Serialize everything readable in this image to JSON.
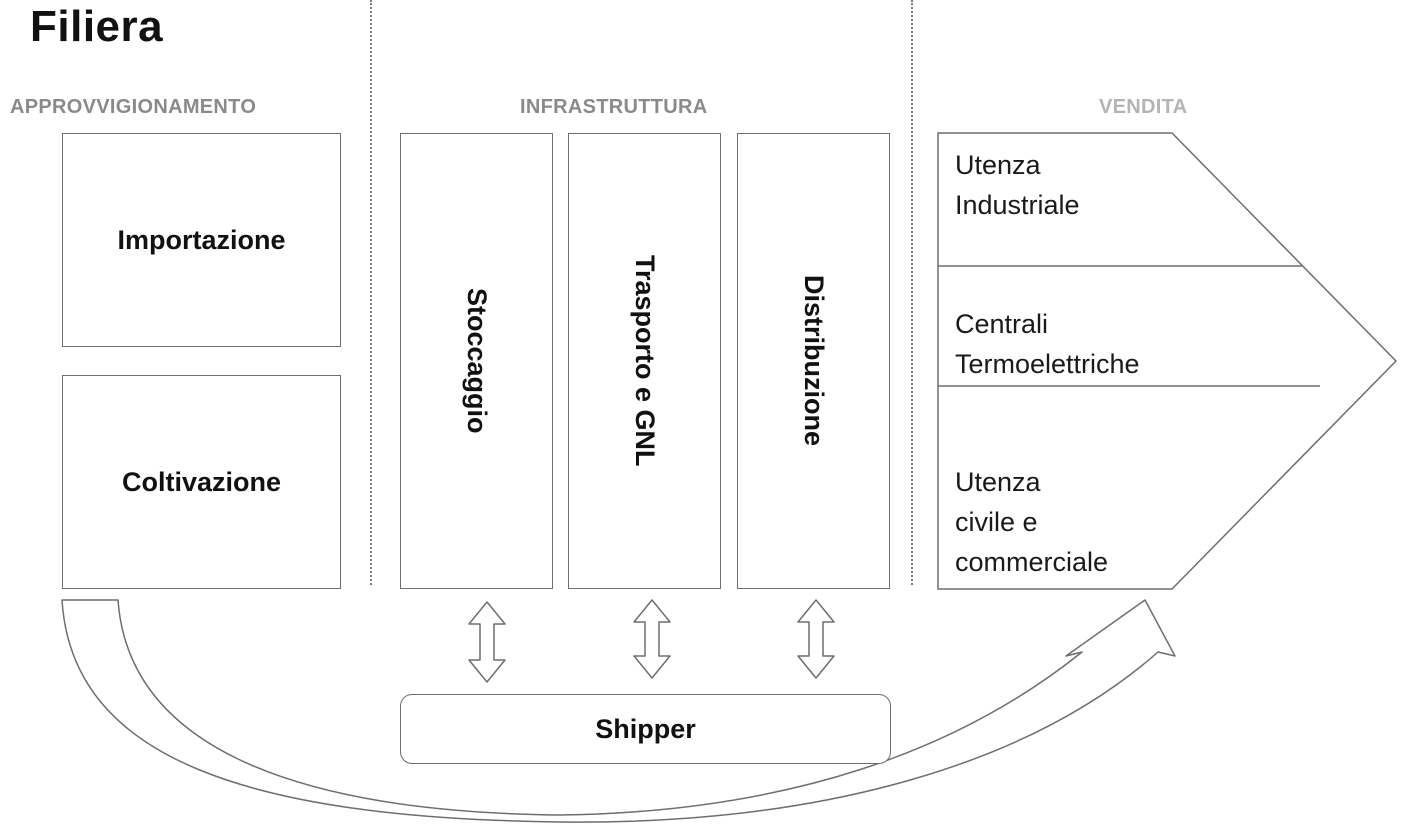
{
  "title": "Filiera",
  "sections": {
    "approvvigionamento": "APPROVVIGIONAMENTO",
    "infrastruttura": "INFRASTRUTTURA",
    "vendita": "VENDITA"
  },
  "approvvigionamento_boxes": {
    "importazione": "Importazione",
    "coltivazione": "Coltivazione"
  },
  "infrastruttura_boxes": {
    "stoccaggio": "Stoccaggio",
    "trasporto": "Trasporto e GNL",
    "distribuzione": "Distribuzione"
  },
  "vendita_items": {
    "industriale": "Utenza\nIndustriale",
    "centrali": "Centrali\nTermoelettriche",
    "civile": "Utenza\ncivile e\ncommerciale"
  },
  "shipper": "Shipper",
  "colors": {
    "stroke": "#6e6e6e",
    "label_gray": "#8a8a8a",
    "vendita_label": "#b4b4b4"
  }
}
